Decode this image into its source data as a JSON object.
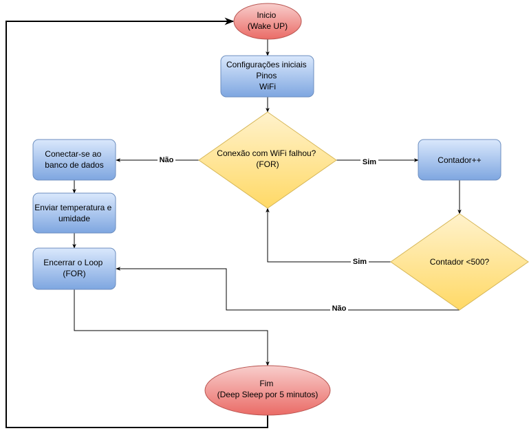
{
  "nodes": {
    "inicio": {
      "lines": [
        "Inicio",
        "(Wake UP)"
      ]
    },
    "config": {
      "lines": [
        "Configurações iniciais",
        "Pinos",
        "WiFi"
      ]
    },
    "wifi_check": {
      "lines": [
        "Conexão com WiFi falhou?",
        "(FOR)"
      ]
    },
    "contador": {
      "lines": [
        "Contador++"
      ]
    },
    "contador_check": {
      "lines": [
        "Contador <500?"
      ]
    },
    "conectar": {
      "lines": [
        "Conectar-se ao",
        "banco de dados"
      ]
    },
    "enviar": {
      "lines": [
        "Enviar temperatura e",
        "umidade"
      ]
    },
    "encerrar": {
      "lines": [
        "Encerrar o Loop",
        "(FOR)"
      ]
    },
    "fim": {
      "lines": [
        "Fim",
        "(Deep Sleep por 5 minutos)"
      ]
    }
  },
  "edge_labels": {
    "nao_wifi": "Não",
    "sim_wifi": "Sim",
    "sim_contador": "Sim",
    "nao_contador": "Não"
  },
  "colors": {
    "terminal_fill": "#f19c99",
    "terminal_stroke": "#b85450",
    "process_fill": "#a9c4eb",
    "process_stroke": "#6c8ebf",
    "decision_fill": "#ffd966",
    "decision_stroke": "#d6b656"
  }
}
